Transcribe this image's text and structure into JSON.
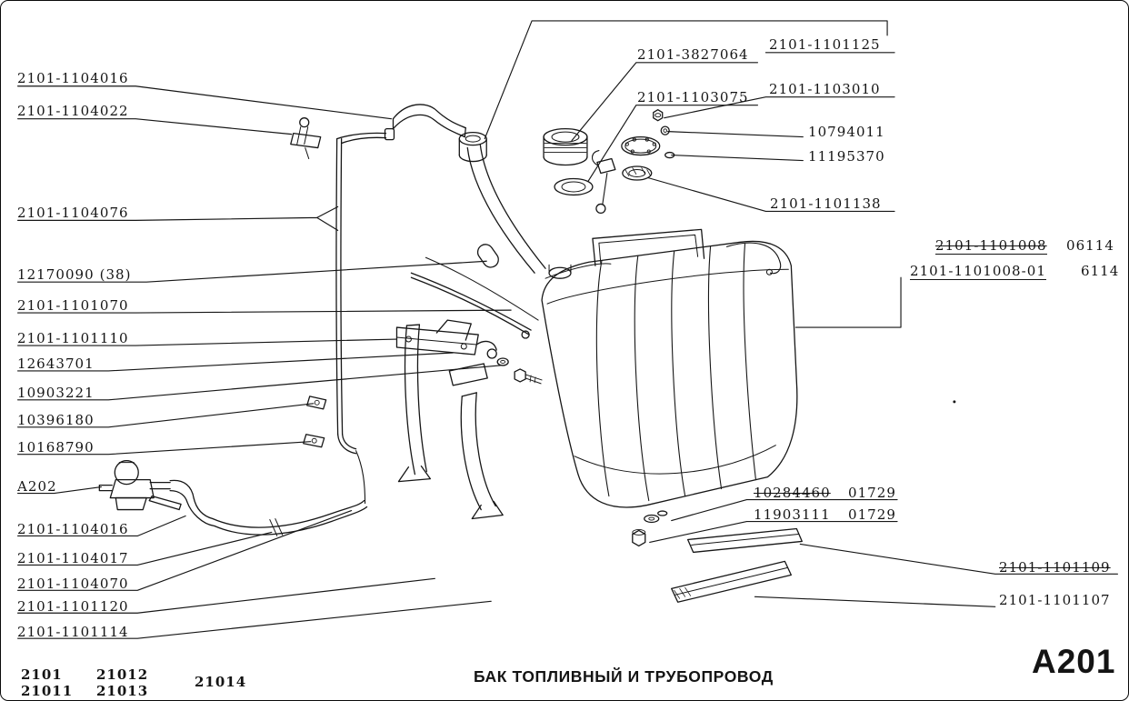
{
  "page": {
    "caption": "БАК ТОПЛИВНЫЙ И ТРУБОПРОВОД",
    "page_code": "A201"
  },
  "models": {
    "m1": "2101",
    "m2": "21012",
    "m3": "21014",
    "m4": "21011",
    "m5": "21013"
  },
  "labels": [
    {
      "text": "2101-1104016"
    },
    {
      "text": "2101-1104022"
    },
    {
      "text": "2101-1104076"
    },
    {
      "text": "12170090 (38)"
    },
    {
      "text": "2101-1101070"
    },
    {
      "text": "2101-1101110"
    },
    {
      "text": "12643701"
    },
    {
      "text": "10903221"
    },
    {
      "text": "10396180"
    },
    {
      "text": "10168790"
    },
    {
      "text": "A202"
    },
    {
      "text": "2101-1104016"
    },
    {
      "text": "2101-1104017"
    },
    {
      "text": "2101-1104070"
    },
    {
      "text": "2101-1101120"
    },
    {
      "text": "2101-1101114"
    },
    {
      "text": "2101-3827064"
    },
    {
      "text": "2101-1103075"
    },
    {
      "text": "2101-1101125"
    },
    {
      "text": "2101-1103010"
    },
    {
      "text": "10794011"
    },
    {
      "text": "11195370"
    },
    {
      "text": "2101-1101138"
    },
    {
      "text": "2101-1101008"
    },
    {
      "text": "06114"
    },
    {
      "text": "2101-1101008-01"
    },
    {
      "text": "6114"
    },
    {
      "text": "10284460"
    },
    {
      "text": "01729"
    },
    {
      "text": "11903111"
    },
    {
      "text": "01729"
    },
    {
      "text": "2101-1101109"
    },
    {
      "text": "2101-1101107"
    }
  ],
  "colors": {
    "ink": "#161616",
    "paper": "#ffffff"
  }
}
